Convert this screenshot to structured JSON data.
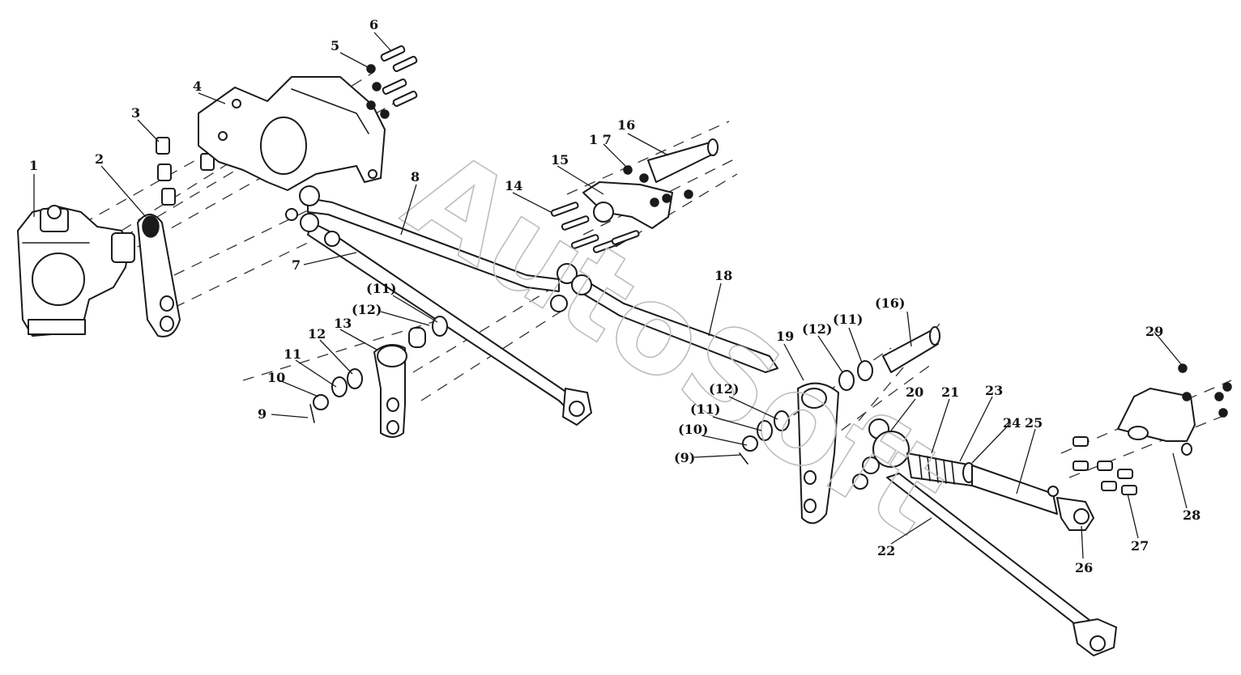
{
  "watermark": "AutoSoft",
  "callouts": {
    "c1": "1",
    "c2": "2",
    "c3": "3",
    "c4": "4",
    "c5": "5",
    "c6": "6",
    "c7": "7",
    "c8": "8",
    "c9": "9",
    "c9b": "(9)",
    "c10": "10",
    "c10b": "(10)",
    "c11": "11",
    "c11b": "(11)",
    "c11c": "(11)",
    "c11d": "(11)",
    "c12": "12",
    "c12b": "(12)",
    "c12c": "(12)",
    "c12d": "(12)",
    "c13": "13",
    "c14": "14",
    "c15": "15",
    "c16": "16",
    "c16b": "(16)",
    "c17": "1 7",
    "c18": "18",
    "c19": "19",
    "c20": "20",
    "c21": "21",
    "c22": "22",
    "c23": "23",
    "c24": "24",
    "c25": "25",
    "c26": "26",
    "c27": "27",
    "c28": "28",
    "c29": "29"
  }
}
